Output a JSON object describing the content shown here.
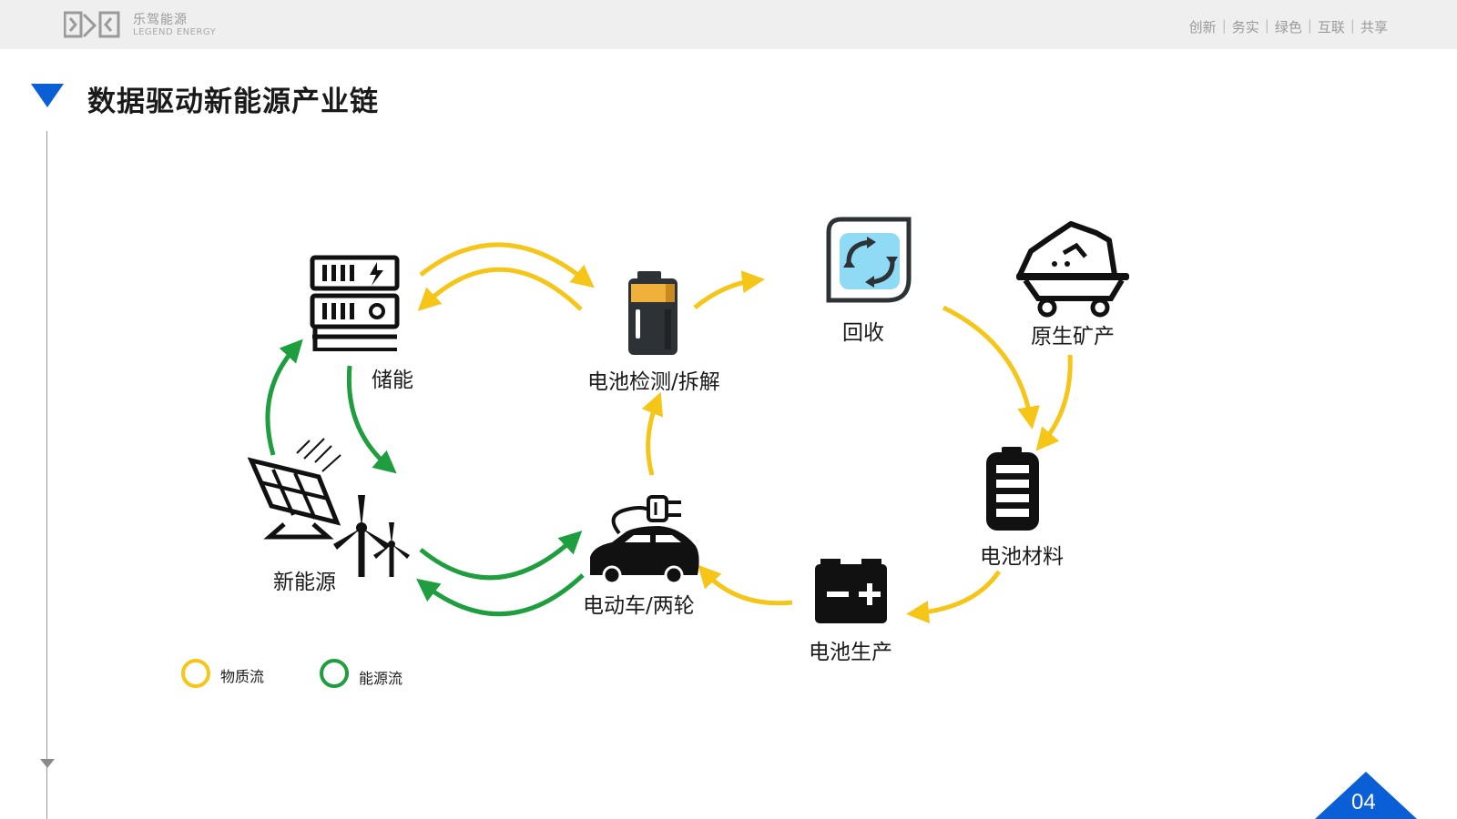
{
  "header": {
    "logo_cn": "乐驾能源",
    "logo_en": "LEGEND ENERGY",
    "motto": [
      "创新",
      "务实",
      "绿色",
      "互联",
      "共享"
    ],
    "separator": "|"
  },
  "page": {
    "title": "数据驱动新能源产业链",
    "number": "04"
  },
  "diagram": {
    "nodes": {
      "storage": "储能",
      "battery_test": "电池检测/拆解",
      "recycle": "回收",
      "mining": "原生矿产",
      "battery_material": "电池材料",
      "battery_production": "电池生产",
      "ev": "电动车/两轮",
      "new_energy": "新能源"
    },
    "legend": [
      {
        "label": "物质流",
        "color": "#f5c518"
      },
      {
        "label": "能源流",
        "color": "#1e9e3e"
      }
    ]
  },
  "colors": {
    "accent_blue": "#0b5fd6",
    "material_flow": "#f5c518",
    "energy_flow": "#1e9e3e",
    "icon_dark": "#111111"
  }
}
